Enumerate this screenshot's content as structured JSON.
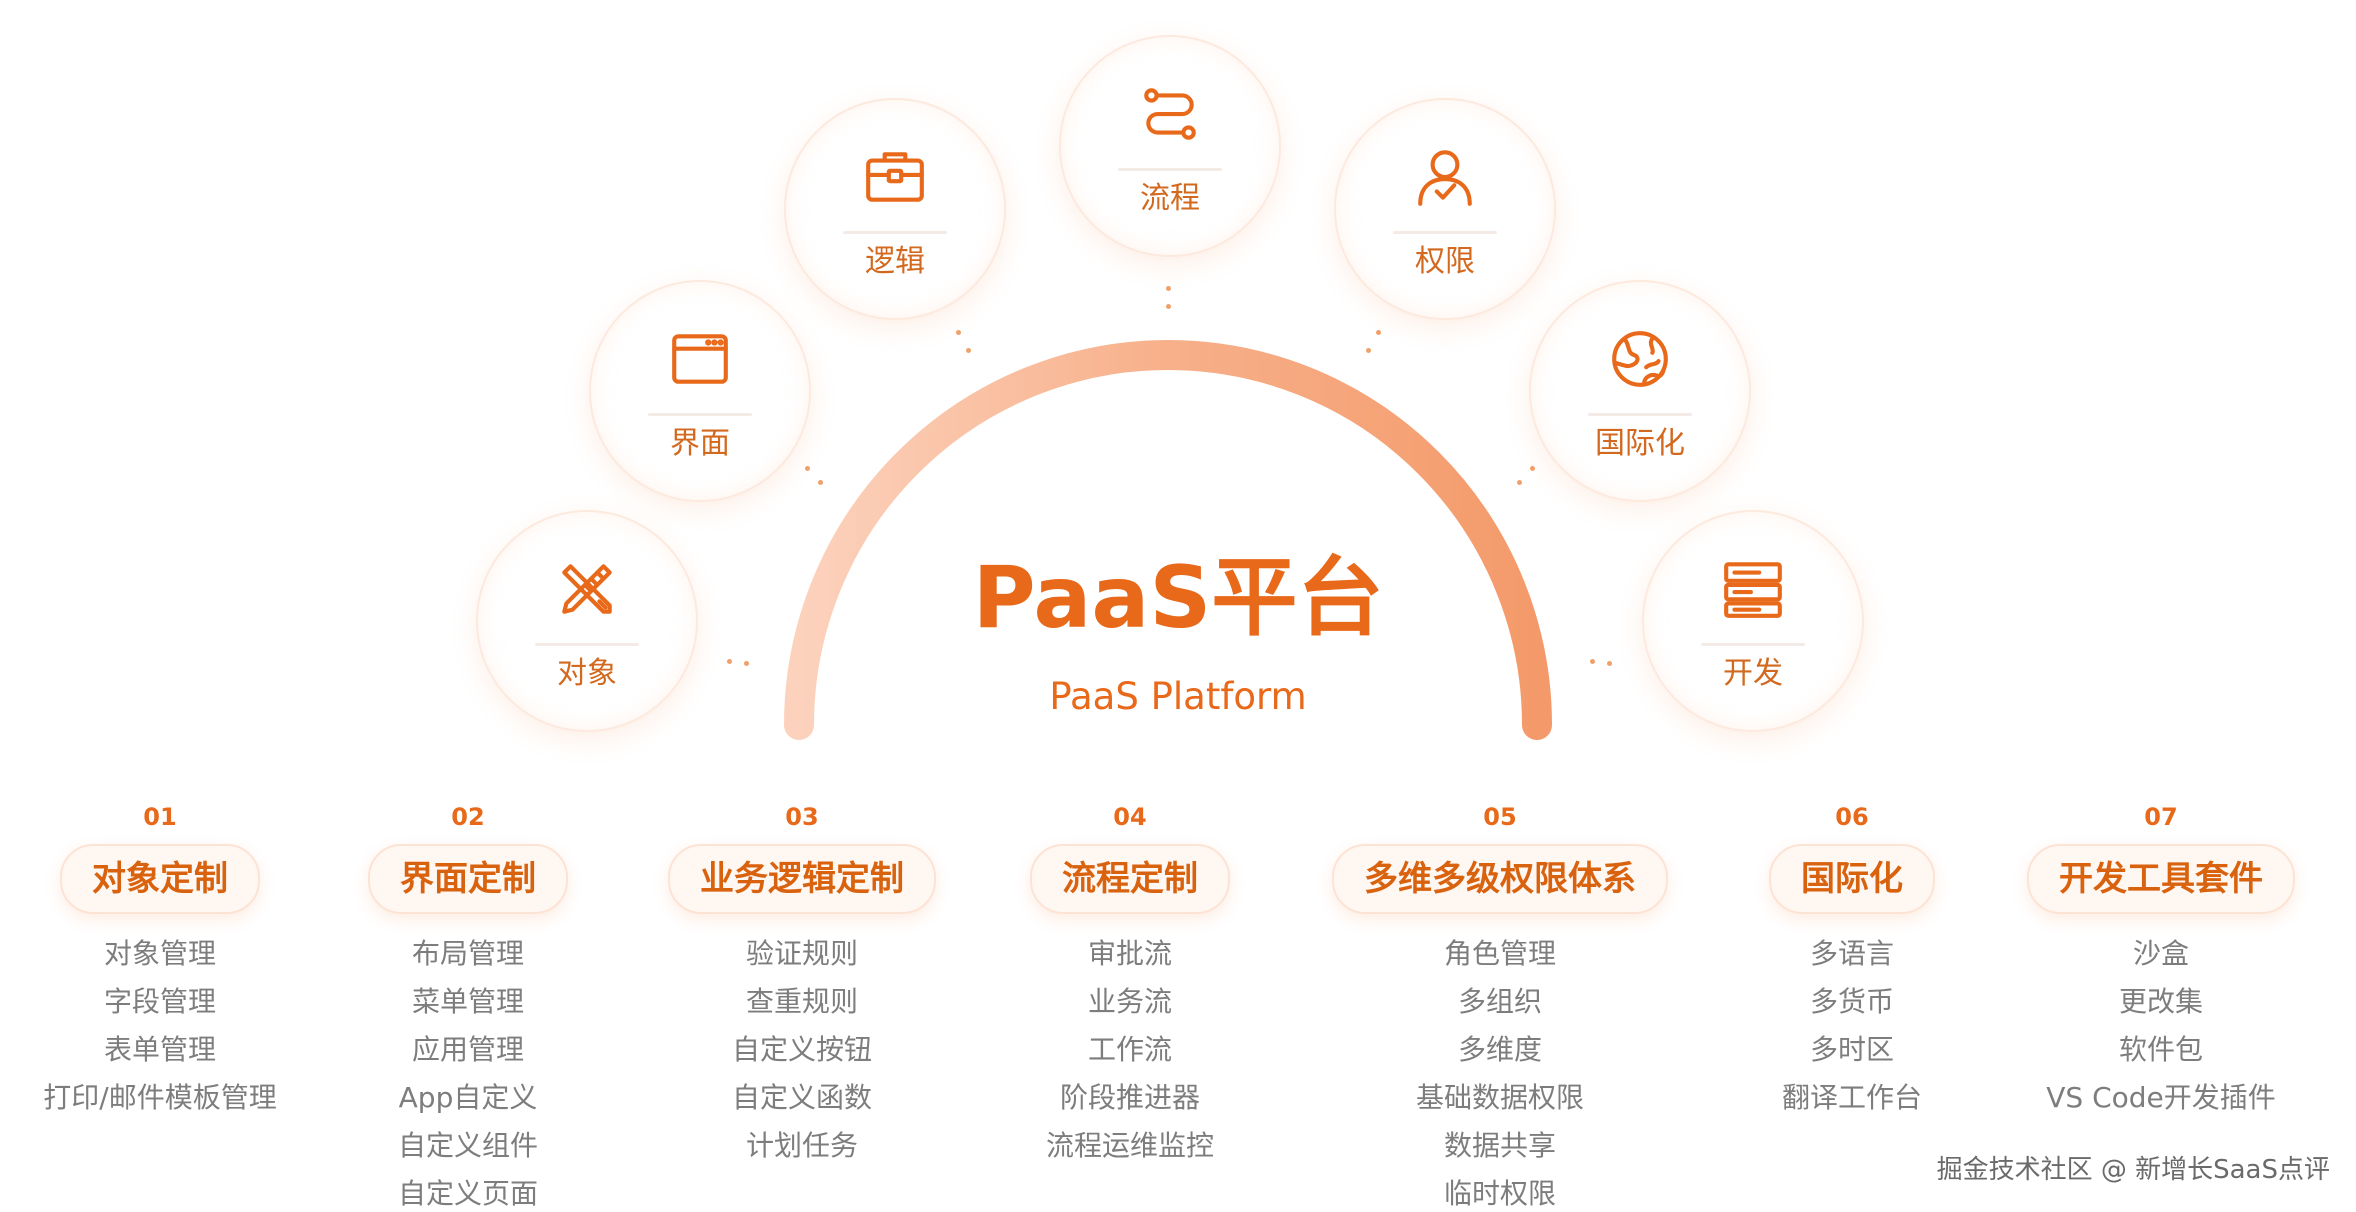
{
  "title": "PaaS平台",
  "subtitle": "PaaS Platform",
  "colors": {
    "accent": "#e8691a",
    "arc_start": "#fcd2bd",
    "arc_end": "#f49a6a",
    "muted_text": "#7d7d7d"
  },
  "nodes": [
    {
      "label": "对象",
      "icon": "ruler-pencil-icon"
    },
    {
      "label": "界面",
      "icon": "browser-window-icon"
    },
    {
      "label": "逻辑",
      "icon": "briefcase-icon"
    },
    {
      "label": "流程",
      "icon": "flow-route-icon"
    },
    {
      "label": "权限",
      "icon": "user-check-icon"
    },
    {
      "label": "国际化",
      "icon": "globe-icon"
    },
    {
      "label": "开发",
      "icon": "server-stack-icon"
    }
  ],
  "categories": [
    {
      "num": "01",
      "title": "对象定制",
      "items": [
        "对象管理",
        "字段管理",
        "表单管理",
        "打印/邮件模板管理"
      ]
    },
    {
      "num": "02",
      "title": "界面定制",
      "items": [
        "布局管理",
        "菜单管理",
        "应用管理",
        "App自定义",
        "自定义组件",
        "自定义页面"
      ]
    },
    {
      "num": "03",
      "title": "业务逻辑定制",
      "items": [
        "验证规则",
        "查重规则",
        "自定义按钮",
        "自定义函数",
        "计划任务"
      ]
    },
    {
      "num": "04",
      "title": "流程定制",
      "items": [
        "审批流",
        "业务流",
        "工作流",
        "阶段推进器",
        "流程运维监控"
      ]
    },
    {
      "num": "05",
      "title": "多维多级权限体系",
      "items": [
        "角色管理",
        "多组织",
        "多维度",
        "基础数据权限",
        "数据共享",
        "临时权限"
      ]
    },
    {
      "num": "06",
      "title": "国际化",
      "items": [
        "多语言",
        "多货币",
        "多时区",
        "翻译工作台"
      ]
    },
    {
      "num": "07",
      "title": "开发工具套件",
      "items": [
        "沙盒",
        "更改集",
        "软件包",
        "VS Code开发插件"
      ]
    }
  ],
  "watermark": "掘金技术社区 @ 新增长SaaS点评"
}
